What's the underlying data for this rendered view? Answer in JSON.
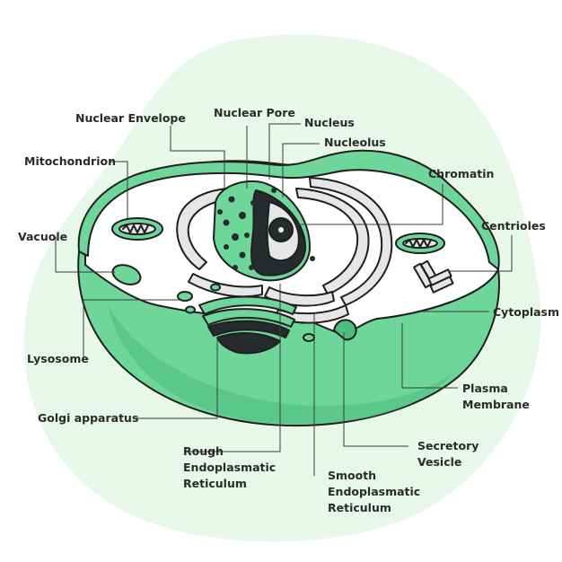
{
  "colors": {
    "background_blob": "#e7f7ea",
    "cell_body": "#6fd69a",
    "cell_dark_band": "#4fbd7f",
    "cytoplasm": "#ffffff",
    "organelle_gray": "#e6e6e6",
    "ink": "#1f1f1f",
    "nucleus_dark": "#262b2d",
    "label_text": "#2a2a2a"
  },
  "labels": {
    "nuclear_envelope": "Nuclear Envelope",
    "nuclear_pore": "Nuclear Pore",
    "nucleus": "Nucleus",
    "nucleolus": "Nucleolus",
    "mitochondrion": "Mitochondrion",
    "chromatin": "Chromatin",
    "vacuole": "Vacuole",
    "centrioles": "Centrioles",
    "cytoplasm": "Cytoplasm",
    "lysosome": "Lysosome",
    "plasma_membrane_1": "Plasma",
    "plasma_membrane_2": "Membrane",
    "golgi_apparatus": "Golgi apparatus",
    "secretory_vesicle_1": "Secretory",
    "secretory_vesicle_2": "Vesicle",
    "rough_er_1": "Rough",
    "rough_er_2": "Endoplasmatic",
    "rough_er_3": "Reticulum",
    "smooth_er_1": "Smooth",
    "smooth_er_2": "Endoplasmatic",
    "smooth_er_3": "Reticulum"
  }
}
